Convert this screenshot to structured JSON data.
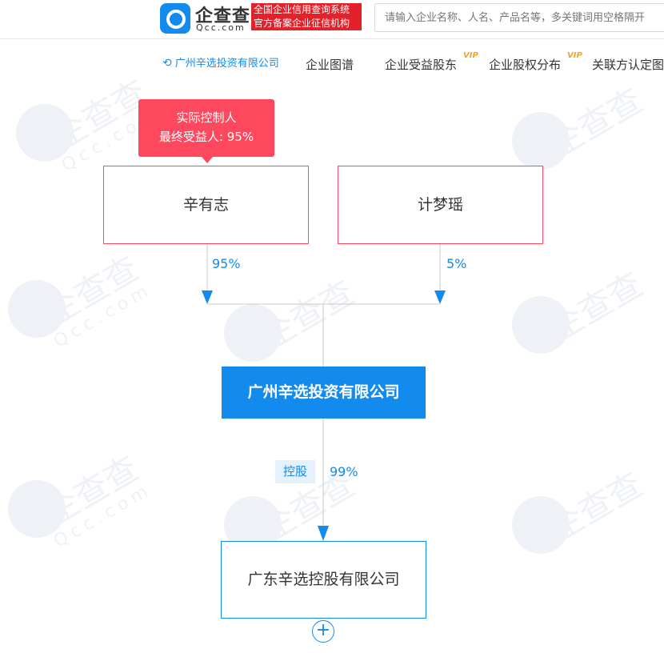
{
  "header": {
    "logo_name": "企查查",
    "logo_domain": "Qcc.com",
    "slogan_line1": "全国企业信用查询系统",
    "slogan_line2": "官方备案企业征信机构",
    "search_placeholder": "请输入企业名称、人名、产品名等，多关键词用空格隔开"
  },
  "nav": {
    "back_label": "广州辛选投资有限公司",
    "tabs": [
      {
        "label": "企业图谱"
      },
      {
        "label": "企业受益股东",
        "badge": "VIP"
      },
      {
        "label": "企业股权分布",
        "badge": "VIP"
      },
      {
        "label": "关联方认定图"
      }
    ]
  },
  "diagram": {
    "controller_tag": {
      "title": "实际控制人",
      "subtitle": "最终受益人: 95%"
    },
    "shareholders": [
      {
        "name": "辛有志",
        "percent": "95%"
      },
      {
        "name": "计梦瑶",
        "percent": "5%"
      }
    ],
    "main_company": "广州辛选投资有限公司",
    "relation_badge": "控股",
    "relation_percent": "99%",
    "sub_company": "广东辛选控股有限公司",
    "expand_symbol": "+"
  },
  "watermark": {
    "text": "企查查",
    "sub": "Qcc.com"
  },
  "colors": {
    "brand_blue": "#128bed",
    "accent_red": "#fd485e",
    "slogan_red": "#e2222b",
    "vip_gold": "#f5a623"
  }
}
